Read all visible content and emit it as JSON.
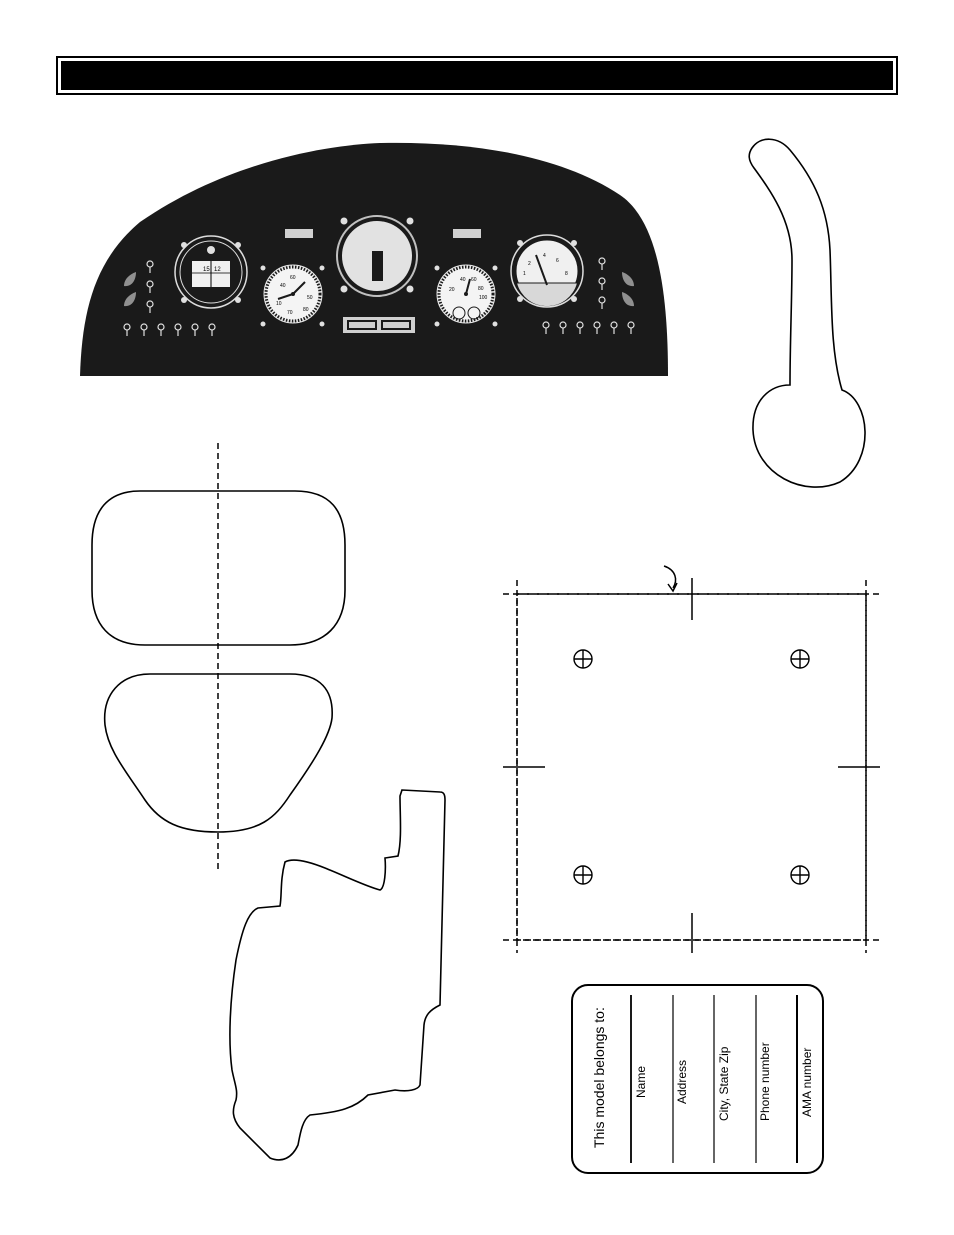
{
  "header": {
    "title": ""
  },
  "panel": {
    "gauge_left_top": "15",
    "gauge_left_top2": "12",
    "airspeed": [
      "60",
      "40",
      "50",
      "80",
      "10",
      "70"
    ],
    "right_gauge": [
      "40",
      "60",
      "80",
      "20",
      "100"
    ],
    "engine_gauge": [
      "1",
      "2",
      "4",
      "6",
      "8"
    ]
  },
  "tag": {
    "heading": "This model belongs to:",
    "fields": [
      "Name",
      "Address",
      "City, State Zip",
      "Phone number",
      "AMA number"
    ]
  }
}
